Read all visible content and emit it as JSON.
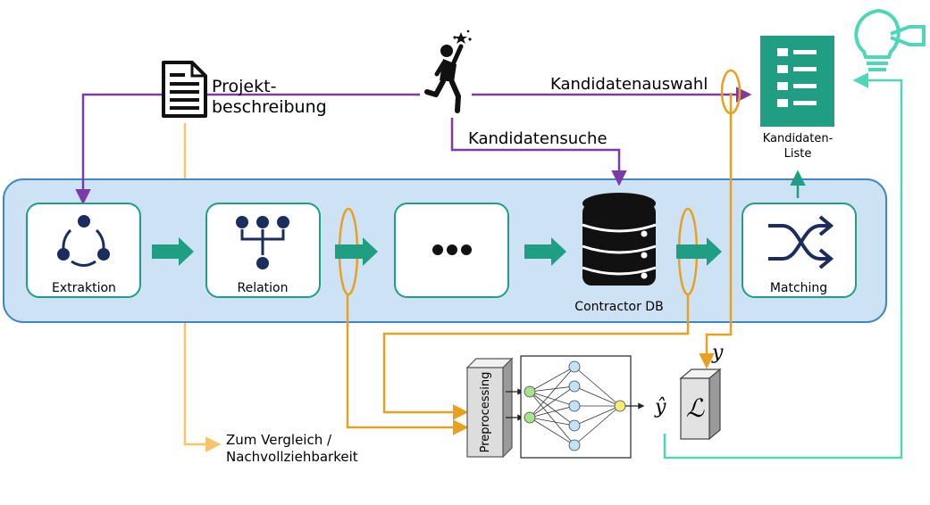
{
  "labels": {
    "project_line1": "Projekt-",
    "project_line2": "beschreibung",
    "candidate_selection": "Kandidatenauswahl",
    "candidate_search": "Kandidatensuche",
    "candidate_list_line1": "Kandidaten-",
    "candidate_list_line2": "Liste",
    "stage_extraction": "Extraktion",
    "stage_relation": "Relation",
    "stage_matching": "Matching",
    "contractor_db": "Contractor DB",
    "preprocessing": "Preprocessing",
    "y": "y",
    "y_hat": "ŷ",
    "loss": "ℒ",
    "comparison_line1": "Zum Vergleich /",
    "comparison_line2": "Nachvollziehbarkeit"
  },
  "icons": {
    "document": "document-icon",
    "person": "reaching-person-icon",
    "list": "checklist-icon",
    "bulb": "lightbulb-icon",
    "extraction": "network-cycle-icon",
    "relation": "hierarchy-icon",
    "more": "ellipsis-icon",
    "database": "database-icon",
    "matching": "shuffle-icon"
  },
  "colors": {
    "purple": "#7b3aa6",
    "orange": "#e8a020",
    "light_orange": "#f7c467",
    "teal": "#1f9e83",
    "mint": "#4dd6b8",
    "navy": "#1b2d5c",
    "panel_fill": "#cde3f5",
    "panel_stroke": "#3f86c8"
  }
}
